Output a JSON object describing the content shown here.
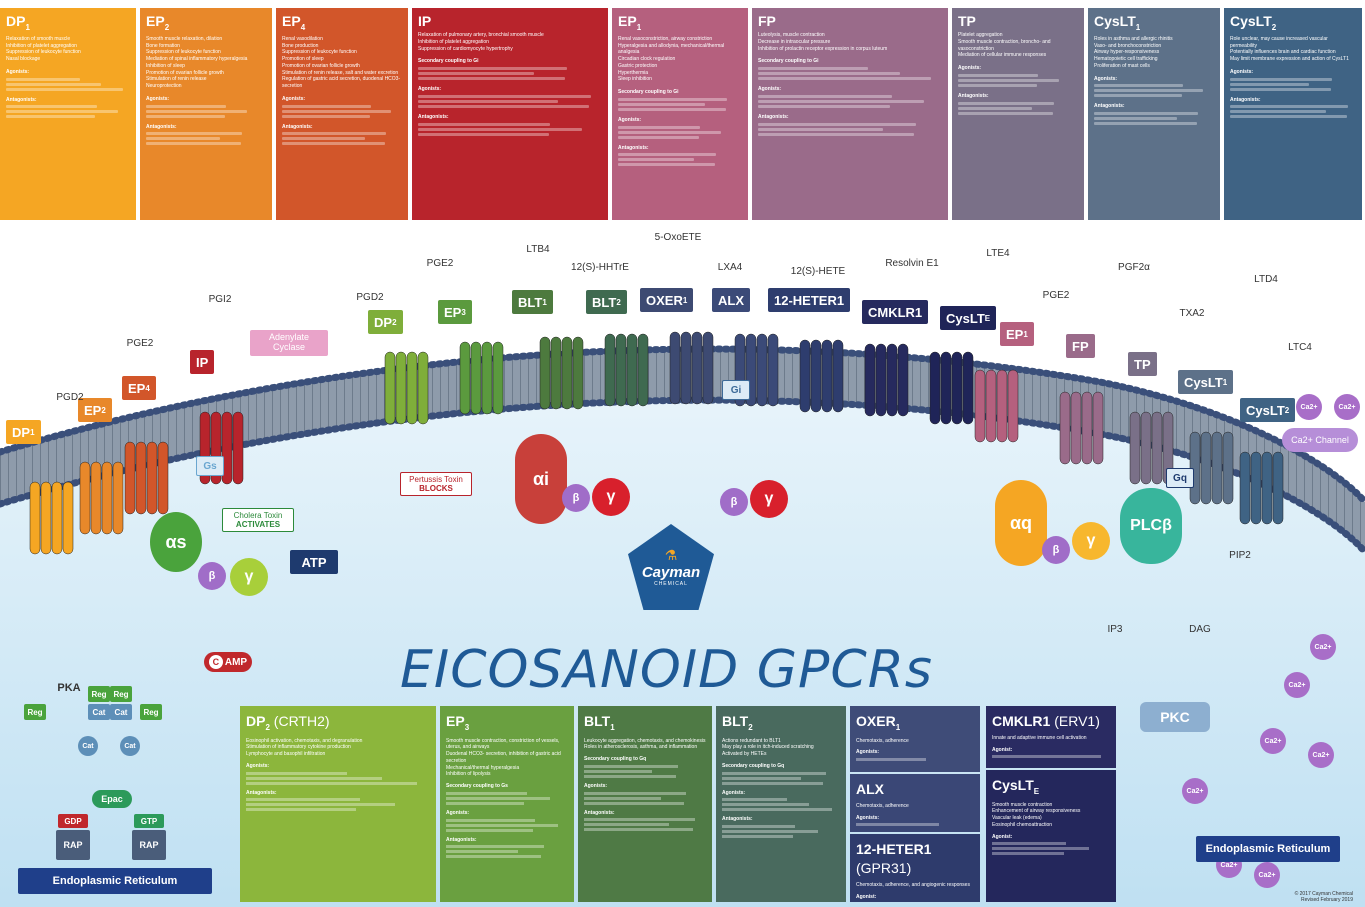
{
  "poster_title": "EICOSANOID GPCRs",
  "logo_text": "Cayman",
  "logo_sub": "CHEMICAL",
  "copyright": "© 2017 Cayman Chemical",
  "revised": "Revised February 2019",
  "top_panels": [
    {
      "name": "DP",
      "sub": "1",
      "color": "#f5a623",
      "lines": [
        "Relaxation of smooth muscle",
        "Inhibition of platelet aggregation",
        "Suppression of leukocyte function",
        "Nasal blockage"
      ],
      "sections": [
        "Agonists:",
        "Antagonists:"
      ]
    },
    {
      "name": "EP",
      "sub": "2",
      "color": "#e8882a",
      "lines": [
        "Smooth muscle relaxation, dilation",
        "Bone formation",
        "Suppression of leukocyte function",
        "Mediation of spinal inflammatory hyperalgesia",
        "Inhibition of sleep",
        "Promotion of ovarian follicle growth",
        "Stimulation of renin release",
        "Neuroprotection"
      ],
      "sections": [
        "Agonists:",
        "Antagonists:"
      ]
    },
    {
      "name": "EP",
      "sub": "4",
      "color": "#d2562a",
      "lines": [
        "Renal vasodilation",
        "Bone production",
        "Suppression of leukocyte function",
        "Promotion of sleep",
        "Promotion of ovarian follicle growth",
        "Stimulation of renin release, salt and water excretion",
        "Regulation of gastric acid secretion, duodenal HCO3- secretion"
      ],
      "sections": [
        "Agonists:",
        "Antagonists:"
      ]
    },
    {
      "name": "IP",
      "sub": "",
      "color": "#b8242c",
      "lines": [
        "Relaxation of pulmonary artery, bronchial smooth muscle",
        "Inhibition of platelet aggregation",
        "Suppression of cardiomyocyte hypertrophy"
      ],
      "sections": [
        "Secondary coupling to Gi",
        "Agonists:",
        "Antagonists:"
      ]
    },
    {
      "name": "EP",
      "sub": "1",
      "color": "#b5607e",
      "lines": [
        "Renal vasoconstriction, airway constriction",
        "Hyperalgesia and allodynia, mechanical/thermal analgesia",
        "Circadian clock regulation",
        "Gastric protection",
        "Hyperthermia",
        "Sleep inhibition"
      ],
      "sections": [
        "Secondary coupling to Gi",
        "Agonists:",
        "Antagonists:"
      ]
    },
    {
      "name": "FP",
      "sub": "",
      "color": "#9a6b8a",
      "lines": [
        "Luteolysis, muscle contraction",
        "Decrease in intraocular pressure",
        "Inhibition of prolactin receptor expression in corpus luteum"
      ],
      "sections": [
        "Secondary coupling to Gi",
        "Agonists:",
        "Antagonists:"
      ]
    },
    {
      "name": "TP",
      "sub": "",
      "color": "#7a7088",
      "lines": [
        "Platelet aggregation",
        "Smooth muscle contraction, broncho- and vasoconstriction",
        "Mediation of cellular immune responses"
      ],
      "sections": [
        "Agonists:",
        "Antagonists:"
      ]
    },
    {
      "name": "CysLT",
      "sub": "1",
      "color": "#5d7189",
      "lines": [
        "Roles in asthma and allergic rhinitis",
        "Vaso- and bronchoconstriction",
        "Airway hyper-responsiveness",
        "Hematopoietic cell trafficking",
        "Proliferation of mast cells"
      ],
      "sections": [
        "Agonists:",
        "Antagonists:"
      ]
    },
    {
      "name": "CysLT",
      "sub": "2",
      "color": "#3f6384",
      "lines": [
        "Role unclear, may cause increased vascular permeability",
        "Potentially influences brain and cardiac function",
        "May limit membrane expression and action of CysLT1"
      ],
      "sections": [
        "Agonists:",
        "Antagonists:"
      ]
    }
  ],
  "receptor_labels": [
    {
      "name": "DP",
      "sub": "1",
      "color": "#f5a623"
    },
    {
      "name": "EP",
      "sub": "2",
      "color": "#e8882a"
    },
    {
      "name": "EP",
      "sub": "4",
      "color": "#d2562a"
    },
    {
      "name": "IP",
      "sub": "",
      "color": "#b8242c"
    },
    {
      "name": "DP",
      "sub": "2",
      "color": "#7fae3a"
    },
    {
      "name": "EP",
      "sub": "3",
      "color": "#5b9a3e"
    },
    {
      "name": "BLT",
      "sub": "1",
      "color": "#4d7a3e"
    },
    {
      "name": "BLT",
      "sub": "2",
      "color": "#3f6a50"
    },
    {
      "name": "OXER",
      "sub": "1",
      "color": "#3d4a72"
    },
    {
      "name": "ALX",
      "sub": "",
      "color": "#3b4a78"
    },
    {
      "name": "12-HETER1",
      "sub": "",
      "color": "#2e3d6e"
    },
    {
      "name": "CMKLR1",
      "sub": "",
      "color": "#262a5e"
    },
    {
      "name": "CysLT",
      "sub": "E",
      "color": "#1f2458"
    },
    {
      "name": "EP",
      "sub": "1",
      "color": "#b5607e"
    },
    {
      "name": "FP",
      "sub": "",
      "color": "#9a6b8a"
    },
    {
      "name": "TP",
      "sub": "",
      "color": "#7a7088"
    },
    {
      "name": "CysLT",
      "sub": "1",
      "color": "#5d7189"
    },
    {
      "name": "CysLT",
      "sub": "2",
      "color": "#3f6384"
    }
  ],
  "ligands": [
    "PGD2",
    "PGE2",
    "PGI2",
    "PGD2",
    "PGE2",
    "LTB4",
    "12(S)-HHTrE",
    "5-OxoETE",
    "LXA4",
    "12(S)-HETE",
    "Resolvin E1",
    "LTE4",
    "PGE2",
    "PGF2α",
    "TXA2",
    "LTD4",
    "LTC4"
  ],
  "pathway": {
    "adenylate_cyclase": "Adenylate Cyclase",
    "cholera_line1": "Cholera Toxin",
    "cholera_line2": "ACTIVATES",
    "pertussis_line1": "Pertussis Toxin",
    "pertussis_line2": "BLOCKS",
    "atp": "ATP",
    "camp": "AMP",
    "pka": "PKA",
    "reg": "Reg",
    "cat": "Cat",
    "epac": "Epac",
    "gdp": "GDP",
    "gtp": "GTP",
    "rap": "RAP",
    "er_left": "Endoplasmic Reticulum",
    "er_right": "Endoplasmic Reticulum",
    "gs": "Gs",
    "gi": "Gi",
    "gq": "Gq",
    "alpha_s": "αs",
    "alpha_i": "αi",
    "alpha_q": "αq",
    "beta": "β",
    "gamma": "γ",
    "plcb": "PLCβ",
    "pip2": "PIP2",
    "ip3": "IP3",
    "dag": "DAG",
    "pkc": "PKC",
    "ca_channel": "Ca2+ Channel",
    "ca": "Ca2+"
  },
  "bottom_panels": [
    {
      "name": "DP",
      "sub": "2",
      "extra": " (CRTH2)",
      "color": "#8cb63c",
      "lines": [
        "Eosinophil activation, chemotaxis, and degranulation",
        "Stimulation of inflammatory cytokine production",
        "Lymphocyte and basophil infiltration"
      ],
      "sections": [
        "Agonists:",
        "Antagonists:"
      ]
    },
    {
      "name": "EP",
      "sub": "3",
      "extra": "",
      "color": "#6aa040",
      "lines": [
        "Smooth muscle contraction, constriction of vessels, uterus, and airways",
        "Duodenal HCO3- secretion, inhibition of gastric acid secretion",
        "Mechanical/thermal hyperalgesia",
        "Inhibition of lipolysis"
      ],
      "sections": [
        "Secondary coupling to Gs",
        "Agonists:",
        "Antagonists:"
      ]
    },
    {
      "name": "BLT",
      "sub": "1",
      "extra": "",
      "color": "#4f7a45",
      "lines": [
        "Leukocyte aggregation, chemotaxis, and chemokinesis",
        "Roles in atherosclerosis, asthma, and inflammation"
      ],
      "sections": [
        "Secondary coupling to Gq",
        "Agonists:",
        "Antagonists:"
      ]
    },
    {
      "name": "BLT",
      "sub": "2",
      "extra": "",
      "color": "#496a5e",
      "lines": [
        "Actions redundant to BLT1",
        "May play a role in itch-induced scratching",
        "Activated by HETEs"
      ],
      "sections": [
        "Secondary coupling to Gq",
        "Agonists:",
        "Antagonists:"
      ]
    },
    {
      "name": "OXER",
      "sub": "1",
      "extra": "",
      "color": "#3f4c78",
      "lines": [
        "Chemotaxis, adherence"
      ],
      "sections": [
        "Agonists:"
      ]
    },
    {
      "name": "ALX",
      "sub": "",
      "extra": "",
      "color": "#3a4776",
      "lines": [
        "Chemotaxis, adherence"
      ],
      "sections": [
        "Agonists:"
      ]
    },
    {
      "name": "12-HETER1",
      "sub": "",
      "extra": " (GPR31)",
      "color": "#2e3b6c",
      "lines": [
        "Chemotaxis, adherence, and angiogenic responses"
      ],
      "sections": [
        "Agonist:"
      ]
    },
    {
      "name": "CMKLR1",
      "sub": "",
      "extra": " (ERV1)",
      "color": "#2a2b62",
      "lines": [
        "Innate and adaptive immune cell activation"
      ],
      "sections": [
        "Agonist:"
      ]
    },
    {
      "name": "CysLT",
      "sub": "E",
      "extra": "",
      "color": "#24275c",
      "lines": [
        "Smooth muscle contraction",
        "Enhancement of airway responsiveness",
        "Vascular leak (edema)",
        "Eosinophil chemoattraction"
      ],
      "sections": [
        "Agonist:"
      ]
    }
  ]
}
